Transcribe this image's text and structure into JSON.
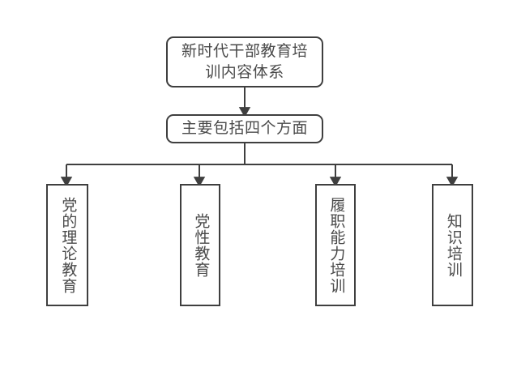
{
  "diagram": {
    "type": "organizational-flowchart",
    "orientation": "top-down",
    "background_color": "#ffffff",
    "line_color": "#3f3f3f",
    "text_color": "#4a4a4a",
    "root": {
      "label": "新时代干部教育培训内容体系",
      "shape": "rounded-rectangle"
    },
    "summary": {
      "label": "主要包括四个方面",
      "shape": "rounded-rectangle"
    },
    "branches": [
      {
        "label": "党的理论教育",
        "shape": "rectangle",
        "text_direction": "vertical"
      },
      {
        "label": "党性教育",
        "shape": "rectangle",
        "text_direction": "vertical"
      },
      {
        "label": "履职能力培训",
        "shape": "rectangle",
        "text_direction": "vertical"
      },
      {
        "label": "知识培训",
        "shape": "rectangle",
        "text_direction": "vertical"
      }
    ]
  }
}
